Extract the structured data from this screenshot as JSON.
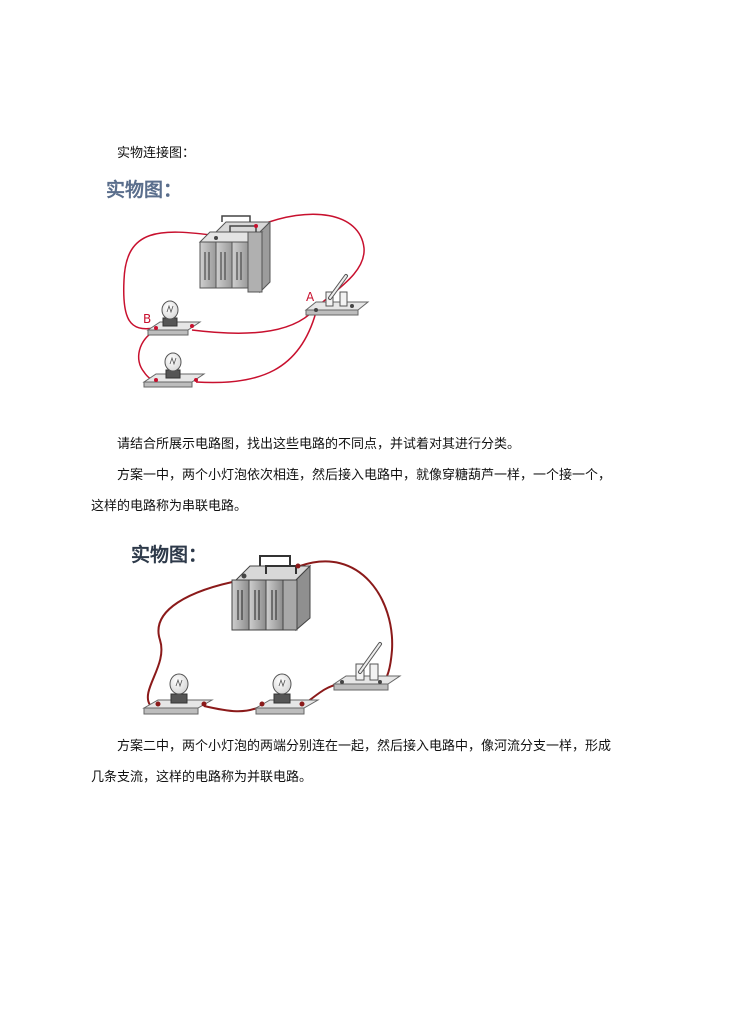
{
  "intro": "实物连接图：",
  "figure1": {
    "title": "实物图：",
    "label_a": "A",
    "label_b": "B"
  },
  "para1": "请结合所展示电路图，找出这些电路的不同点，并试着对其进行分类。",
  "para2": {
    "line1": "方案一中，两个小灯泡依次相连，然后接入电路中，就像穿糖葫芦一样，一个接一个，",
    "line2": "这样的电路称为串联电路。"
  },
  "figure2": {
    "title": "实物图："
  },
  "para3": {
    "line1": "方案二中，两个小灯泡的两端分别连在一起，然后接入电路中，像河流分支一样，形成",
    "line2": "几条支流，这样的电路称为并联电路。"
  },
  "colors": {
    "wire": "#c8102e",
    "wire_dark": "#8b1a1a",
    "title1": "#5a6e8c",
    "title2": "#2e3a4a"
  }
}
